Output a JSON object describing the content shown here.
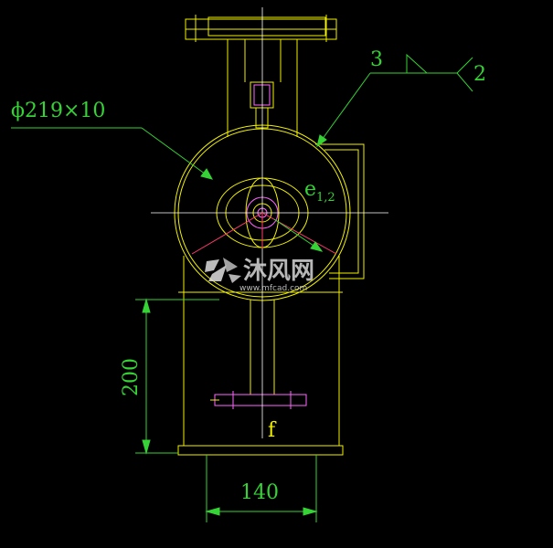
{
  "labels": {
    "pipe_spec": "ϕ219×10",
    "callout_3": "3",
    "callout_2": "2",
    "eccentric": "e",
    "eccentric_sub": "1,2",
    "dim_height": "200",
    "dim_width": "140",
    "label_f": "f"
  },
  "watermark": {
    "text": "沐风网",
    "url": "www.mfcad.com"
  },
  "colors": {
    "background": "#000000",
    "outline": "#f0f000",
    "centerline": "#ffffff",
    "dimension": "#35d335",
    "accent": "#ff3b6b",
    "flange": "#ff66ff"
  }
}
